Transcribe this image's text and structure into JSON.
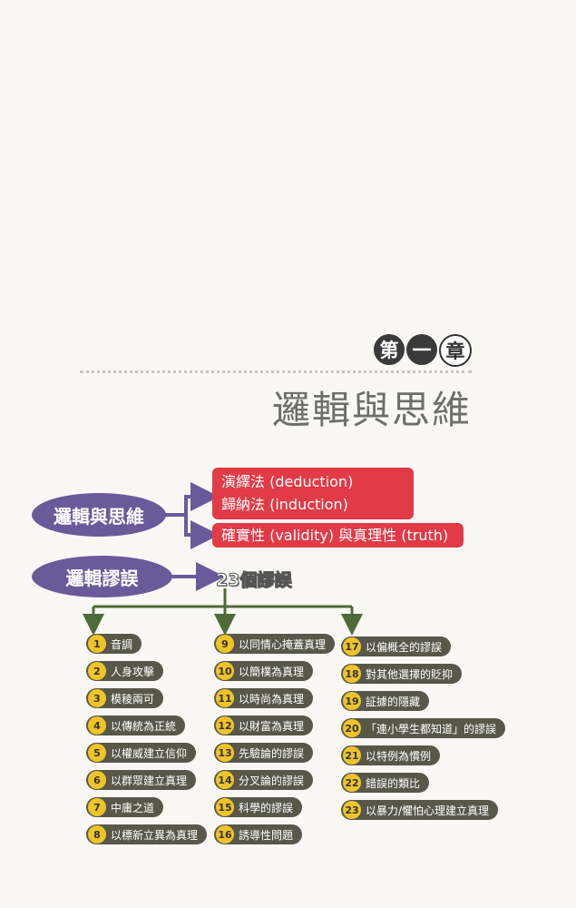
{
  "chapter": {
    "chars": [
      "第",
      "一",
      "章"
    ]
  },
  "title": "邏輯與思維",
  "ovals": {
    "logic": "邏輯與思維",
    "fallacy": "邏輯謬誤"
  },
  "red_boxes": {
    "line1": "演繹法 (deduction)",
    "line2": "歸納法 (induction)",
    "line3": "確實性 (validity) 與真理性 (truth)"
  },
  "center_label": "23個謬誤",
  "fallacies": [
    {
      "n": "1",
      "t": "音調"
    },
    {
      "n": "2",
      "t": "人身攻擊"
    },
    {
      "n": "3",
      "t": "模稜兩可"
    },
    {
      "n": "4",
      "t": "以傳統為正統"
    },
    {
      "n": "5",
      "t": "以權威建立信仰"
    },
    {
      "n": "6",
      "t": "以群眾建立真理"
    },
    {
      "n": "7",
      "t": "中庸之道"
    },
    {
      "n": "8",
      "t": "以標新立異為真理"
    },
    {
      "n": "9",
      "t": "以同情心掩蓋真理"
    },
    {
      "n": "10",
      "t": "以簡樸為真理"
    },
    {
      "n": "11",
      "t": "以時尚為真理"
    },
    {
      "n": "12",
      "t": "以財富為真理"
    },
    {
      "n": "13",
      "t": "先驗論的謬誤"
    },
    {
      "n": "14",
      "t": "分叉論的謬誤"
    },
    {
      "n": "15",
      "t": "科學的謬誤"
    },
    {
      "n": "16",
      "t": "誘導性問題"
    },
    {
      "n": "17",
      "t": "以偏概全的謬誤"
    },
    {
      "n": "18",
      "t": "對其他選擇的貶抑"
    },
    {
      "n": "19",
      "t": "証據的隱藏"
    },
    {
      "n": "20",
      "t": "「連小學生都知道」的謬誤"
    },
    {
      "n": "21",
      "t": "以特例為慣例"
    },
    {
      "n": "22",
      "t": "錯誤的類比"
    },
    {
      "n": "23",
      "t": "以暴力/懼怕心理建立真理"
    }
  ]
}
